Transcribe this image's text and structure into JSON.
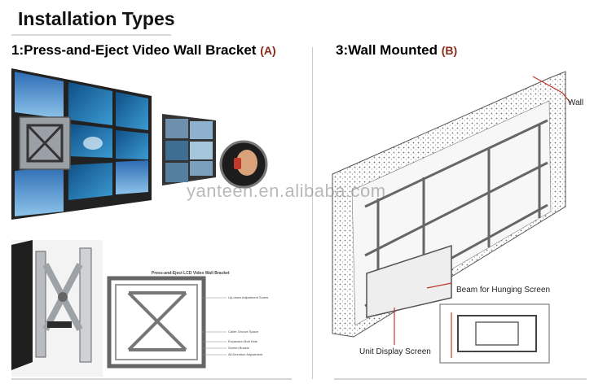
{
  "header": {
    "title": "Installation Types"
  },
  "section_a": {
    "heading": "1:Press-and-Eject Video Wall Bracket",
    "tag": "(A)",
    "diagram": {
      "title": "Press-and-Eject LCD Video Wall Bracket",
      "labels": [
        "Up-down Adjustment Screw",
        "Cable Groove Space",
        "Expansion Bolt Hole",
        "Screen Buckle",
        "All Direction Adjustment"
      ]
    }
  },
  "section_b": {
    "heading": "3:Wall Mounted",
    "tag": "(B)",
    "callouts": {
      "wall": "Wall",
      "beam": "Beam for Hunging  Screen",
      "unit": "Unit Display Screen"
    }
  },
  "watermark": "yanteen.en.alibaba.com",
  "colors": {
    "tag": "#8a2a1a",
    "arrow": "#c0392b",
    "screen_blue": "#2d6cb4"
  }
}
